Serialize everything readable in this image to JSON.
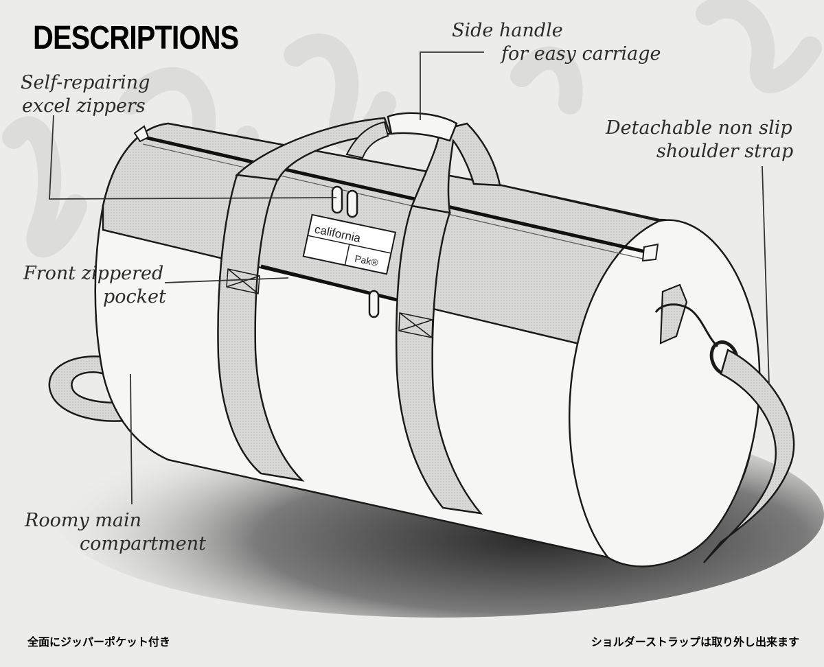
{
  "title": "DESCRIPTIONS",
  "labels": {
    "side_handle": [
      "Side handle",
      "for easy carriage"
    ],
    "zippers": [
      "Self-repairing",
      "excel zippers"
    ],
    "shoulder_strap": [
      "Detachable non slip",
      "shoulder strap"
    ],
    "front_pocket": [
      "Front zippered",
      "pocket"
    ],
    "main_compartment": [
      "Roomy main",
      "compartment"
    ]
  },
  "logo": {
    "line1": "california",
    "line2": "Pak®"
  },
  "captions": {
    "left": "全面にジッパーポケット付き",
    "right": "ショルダーストラップは取り外し出来ます"
  },
  "colors": {
    "background": "#ececea",
    "outline": "#1a1a1a",
    "strap_fill": "#d6d6d4",
    "shadow": "#3a3a3a"
  }
}
